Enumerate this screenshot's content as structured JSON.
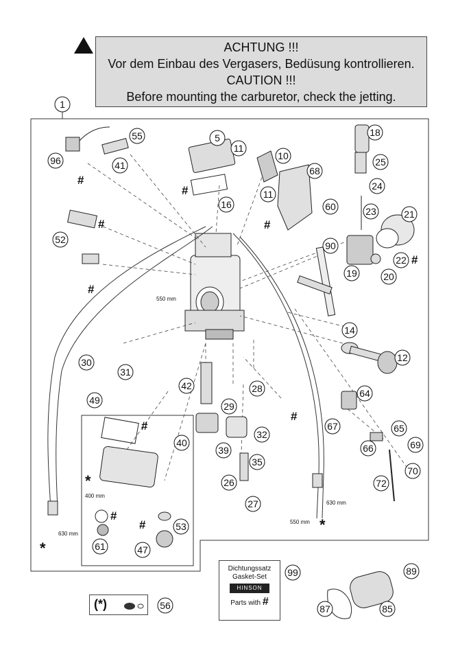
{
  "warning": {
    "line1": "ACHTUNG !!!",
    "line2": "Vor dem Einbau des Vergasers, Bedüsung kontrollieren.",
    "line3": "CAUTION !!!",
    "line4": "Before mounting the carburetor, check the jetting."
  },
  "callouts": [
    "1",
    "5",
    "10",
    "11",
    "11",
    "12",
    "14",
    "16",
    "18",
    "19",
    "20",
    "21",
    "22",
    "23",
    "24",
    "25",
    "26",
    "27",
    "28",
    "29",
    "30",
    "31",
    "32",
    "35",
    "39",
    "40",
    "41",
    "42",
    "47",
    "49",
    "52",
    "53",
    "55",
    "56",
    "60",
    "61",
    "64",
    "65",
    "66",
    "67",
    "68",
    "69",
    "70",
    "72",
    "85",
    "87",
    "89",
    "90",
    "96",
    "99"
  ],
  "dims": {
    "d550a": "550 mm",
    "d400": "400 mm",
    "d630a": "630 mm",
    "d630b": "630 mm",
    "d550b": "550 mm"
  },
  "gasket_set": {
    "line1": "Dichtungssatz",
    "line2": "Gasket-Set",
    "logo": "HINSON",
    "parts_label": "Parts with",
    "parts_symbol": "#"
  },
  "legend": {
    "star_text": "(*)"
  },
  "marks": {
    "hash": "#",
    "star": "*"
  }
}
